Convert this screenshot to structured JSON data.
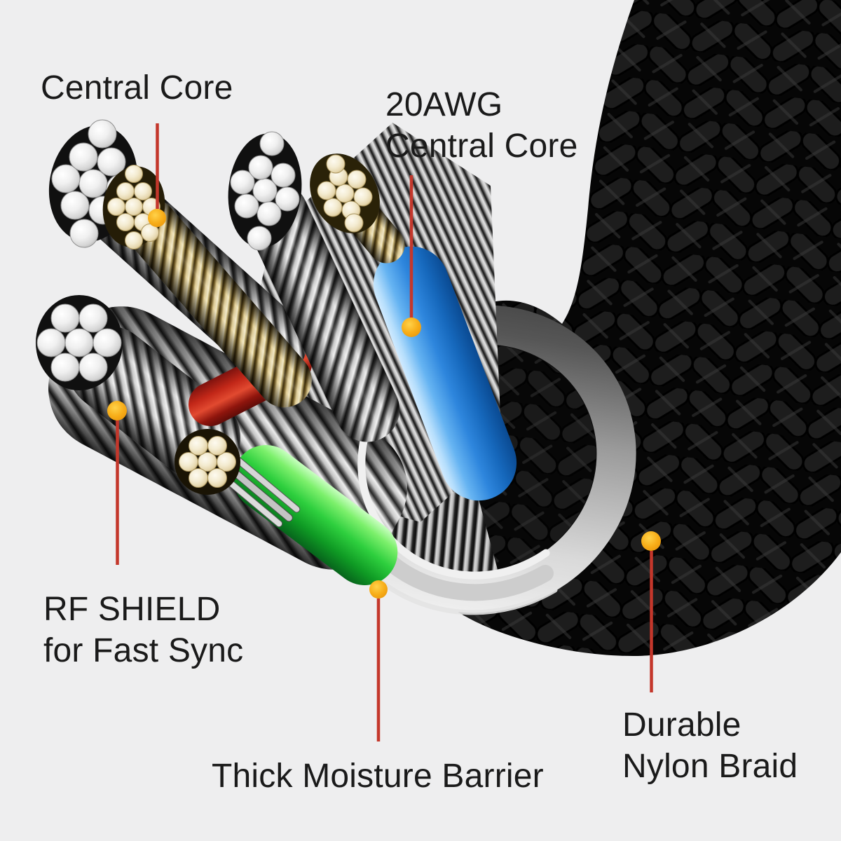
{
  "figure": {
    "kind": "annotated-product-diagram",
    "subject": "Braided charging cable cutaway showing internal construction"
  },
  "colors": {
    "background": "#eeeeef",
    "label_text": "#1a1a1a",
    "leader_line": "#c4372b",
    "callout_dot": "#f2a71b",
    "nylon_braid": "#0a0a0a",
    "moisture_barrier": "#c7c7c7",
    "wire_blue": "#2e86dd",
    "wire_green": "#2ecf3e",
    "wire_red": "#c22718",
    "strand_silver": "#e8e8e8",
    "strand_gold": "#e6d2a0"
  },
  "annotations": [
    {
      "id": "central-core",
      "label": "Central Core"
    },
    {
      "id": "awg20-central-core",
      "label": "20AWG\nCentral Core"
    },
    {
      "id": "rf-shield",
      "label": "RF SHIELD\nfor Fast Sync"
    },
    {
      "id": "thick-moisture-barrier",
      "label": "Thick Moisture Barrier"
    },
    {
      "id": "durable-nylon-braid",
      "label": "Durable\nNylon Braid"
    }
  ]
}
